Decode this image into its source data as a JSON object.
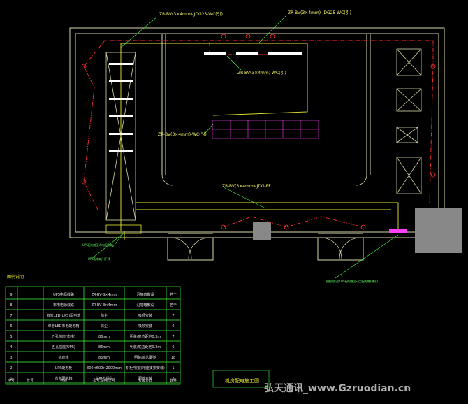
{
  "labels": {
    "cable_top_left": "ZR-BV(3×4mm)-JDG25-WC(引)",
    "cable_top_right": "ZR-BV(3×4mm)-JDG25-WC(引)",
    "cable_mid_upper": "ZR-BV(3×4mm)-WC(引)",
    "cable_mid_left": "ZR-BV(3×4mm)-WC(引)",
    "cable_bottom": "ZR-BV(3×4mm)-JDG-FF",
    "note_left_a": "UPS配电箱至市电配电箱",
    "note_left_b": "UPS配电箱引下线",
    "note_right": "由配电柜至UPS配电箱至动力配电箱(敷设)"
  },
  "legend": {
    "title": "图例说明",
    "header": [
      "序号",
      "符号",
      "名称",
      "型号规格/型号",
      "安装方式",
      "数量"
    ],
    "rows": [
      [
        "9",
        "",
        "UPS电源线路",
        "ZR-BV-3×4mm",
        "沿墙暗敷设",
        "若干"
      ],
      [
        "8",
        "",
        "市电电源线路",
        "ZR-BV-3×4mm",
        "沿墙暗敷设",
        "若干"
      ],
      [
        "7",
        "",
        "双管LED(UPS)配电箱",
        "防尘",
        "吸顶安装",
        "7"
      ],
      [
        "6",
        "",
        "单管LED市电配电箱",
        "防尘",
        "吸顶安装",
        "6"
      ],
      [
        "5",
        "",
        "五孔插座(市电)",
        "86mm",
        "明装/底边距地0.3m",
        "7"
      ],
      [
        "4",
        "",
        "五孔插座(UPS)",
        "86mm",
        "明装/底边距地0.3m",
        "6"
      ],
      [
        "3",
        "",
        "插座箱",
        "86mm",
        "明装/底边距地",
        "18"
      ],
      [
        "2",
        "",
        "UPS配电柜",
        "800×600×2000mm",
        "机柜/安装(地面支架安装)",
        "1"
      ],
      [
        "1",
        "",
        "市电配电箱",
        "由甲方提供",
        "距地安装",
        "2"
      ]
    ]
  },
  "title_block": {
    "title": "机房配电施工图"
  },
  "watermark": "弘天通讯_www.Gzruodian.cn",
  "colors": {
    "background": "#000000",
    "wall": "#d8d8a8",
    "ups_line": "#ff3030",
    "mains_line": "#e8e830",
    "leader": "#40ff40",
    "fixture": "#ff40ff",
    "equipment": "#888888"
  }
}
